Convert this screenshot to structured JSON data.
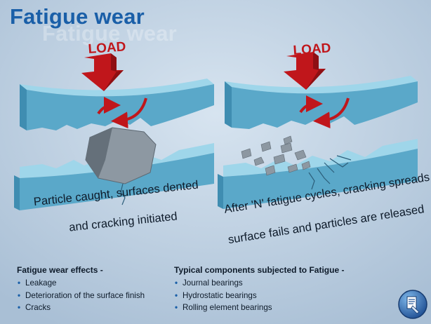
{
  "title": "Fatigue wear",
  "load_label": "LOAD",
  "left_panel": {
    "caption_line1": "Particle caught, surfaces dented",
    "caption_line2": "and cracking initiated"
  },
  "right_panel": {
    "caption_line1": "After 'N' fatigue cycles, cracking spreads,",
    "caption_line2": "surface fails and particles are released"
  },
  "effects": {
    "heading": "Fatigue wear effects -",
    "items": [
      "Leakage",
      "Deterioration of the surface finish",
      "Cracks"
    ]
  },
  "components": {
    "heading": "Typical components subjected to Fatigue -",
    "items": [
      "Journal bearings",
      "Hydrostatic bearings",
      "Rolling element bearings"
    ]
  },
  "colors": {
    "title": "#1a5fa8",
    "background": "#bccfe1",
    "surface_top": "#8fd0e6",
    "surface_front": "#5aa8c9",
    "load_arrow": "#c0161b",
    "particle": "#7f8a93"
  }
}
